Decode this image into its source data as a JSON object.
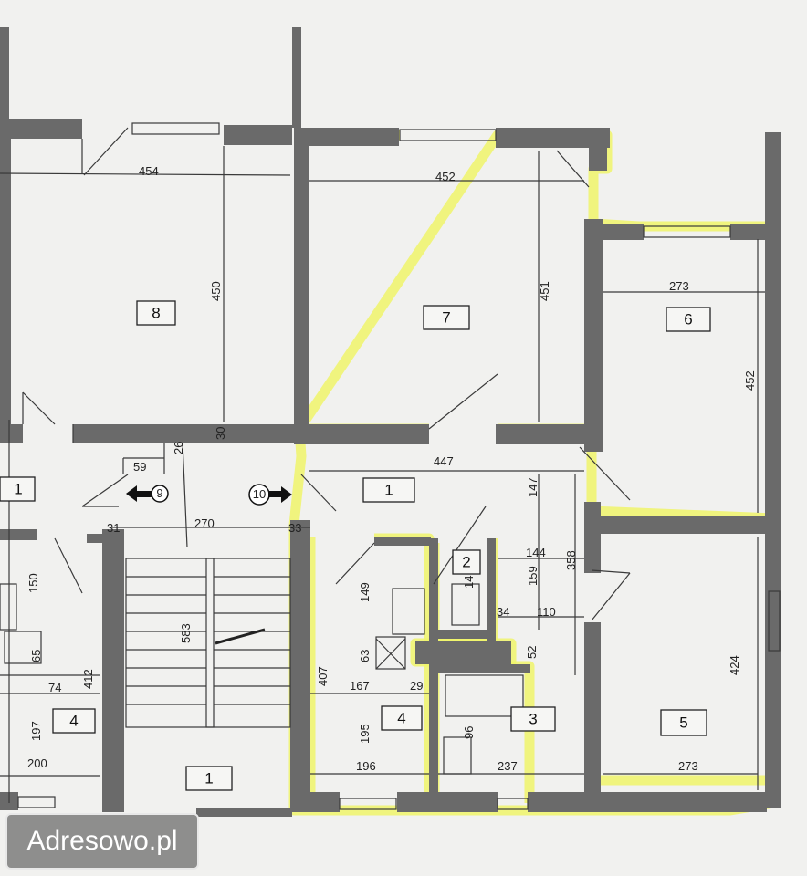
{
  "rooms": [
    {
      "id": "8",
      "label": "8"
    },
    {
      "id": "7",
      "label": "7"
    },
    {
      "id": "6",
      "label": "6"
    },
    {
      "id": "1-left",
      "label": "1"
    },
    {
      "id": "1-hall",
      "label": "1"
    },
    {
      "id": "2",
      "label": "2"
    },
    {
      "id": "4-left",
      "label": "4"
    },
    {
      "id": "4-kitchen",
      "label": "4"
    },
    {
      "id": "3",
      "label": "3"
    },
    {
      "id": "5",
      "label": "5"
    },
    {
      "id": "1-stair",
      "label": "1"
    }
  ],
  "dimensions": {
    "d454": "454",
    "d452a": "452",
    "d450": "450",
    "d451": "451",
    "d273a": "273",
    "d452b": "452",
    "d447": "447",
    "d147": "147",
    "d59": "59",
    "d26": "26",
    "d30": "30",
    "d270": "270",
    "d31": "31",
    "d33": "33",
    "d144": "144",
    "d358": "358",
    "d159": "159",
    "d14": "14",
    "d34": "34",
    "d110": "110",
    "d52": "52",
    "d149": "149",
    "d63": "63",
    "d407": "407",
    "d167": "167",
    "d29": "29",
    "d195": "195",
    "d196a": "196",
    "d96": "96",
    "d237": "237",
    "d424": "424",
    "d273b": "273",
    "d150": "150",
    "d65": "65",
    "d74": "74",
    "d412": "412",
    "d583": "583",
    "d197": "197",
    "d200": "200"
  },
  "markers": {
    "m9": "9",
    "m10": "10"
  },
  "watermark": "Adresowo.pl",
  "colors": {
    "highlight": "#f0f56a",
    "wall": "#6a6a6a",
    "paper": "#f1f1ef"
  }
}
